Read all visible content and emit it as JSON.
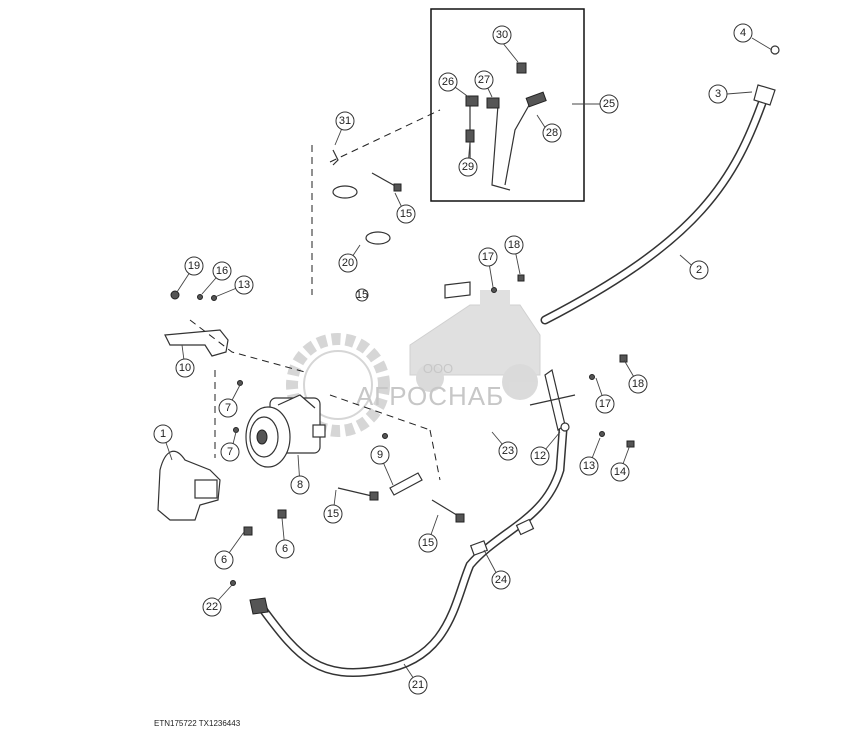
{
  "diagram": {
    "callouts": [
      "1",
      "2",
      "3",
      "4",
      "6",
      "6",
      "7",
      "7",
      "8",
      "9",
      "10",
      "12",
      "13",
      "13",
      "14",
      "15",
      "15",
      "15",
      "15",
      "16",
      "17",
      "17",
      "18",
      "18",
      "19",
      "20",
      "21",
      "22",
      "23",
      "24",
      "25",
      "26",
      "27",
      "28",
      "29",
      "30",
      "31"
    ]
  },
  "watermark": {
    "company_prefix": "ООО",
    "company_name": "АГРОСНАБ"
  },
  "footer": {
    "code": "ETN175722  TX1236443"
  }
}
